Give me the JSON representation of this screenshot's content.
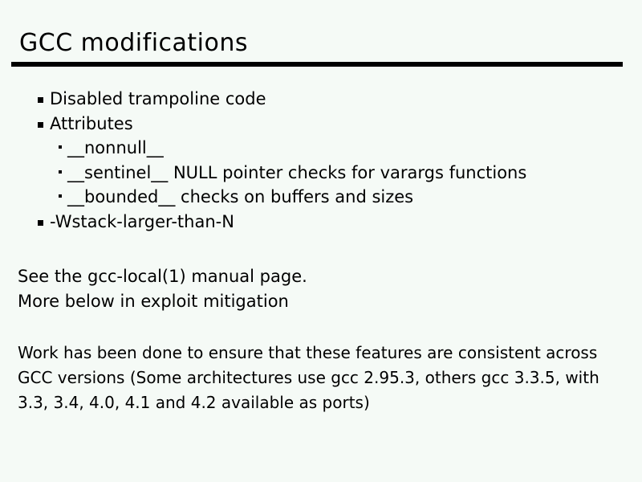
{
  "slide": {
    "title": "GCC modifications",
    "bullets": [
      {
        "level": 1,
        "label": "Disabled trampoline code"
      },
      {
        "level": 1,
        "label": "Attributes"
      },
      {
        "level": 2,
        "label": "__nonnull__"
      },
      {
        "level": 2,
        "label": "__sentinel__ NULL pointer checks for varargs functions"
      },
      {
        "level": 2,
        "label": "__bounded__ checks on buffers and sizes"
      },
      {
        "level": 1,
        "label": "-Wstack-larger-than-N"
      }
    ],
    "note_lines": [
      "See the gcc-local(1) manual page.",
      "More below in exploit mitigation"
    ],
    "body_lines": [
      "Work has been done to ensure that these features are consistent across",
      "GCC versions (Some architectures use gcc 2.95.3, others gcc 3.3.5, with",
      "3.3, 3.4, 4.0, 4.1 and 4.2 available as ports)"
    ],
    "colors": {
      "background": "#f5faf6",
      "text": "#000000",
      "rule": "#000000"
    }
  }
}
